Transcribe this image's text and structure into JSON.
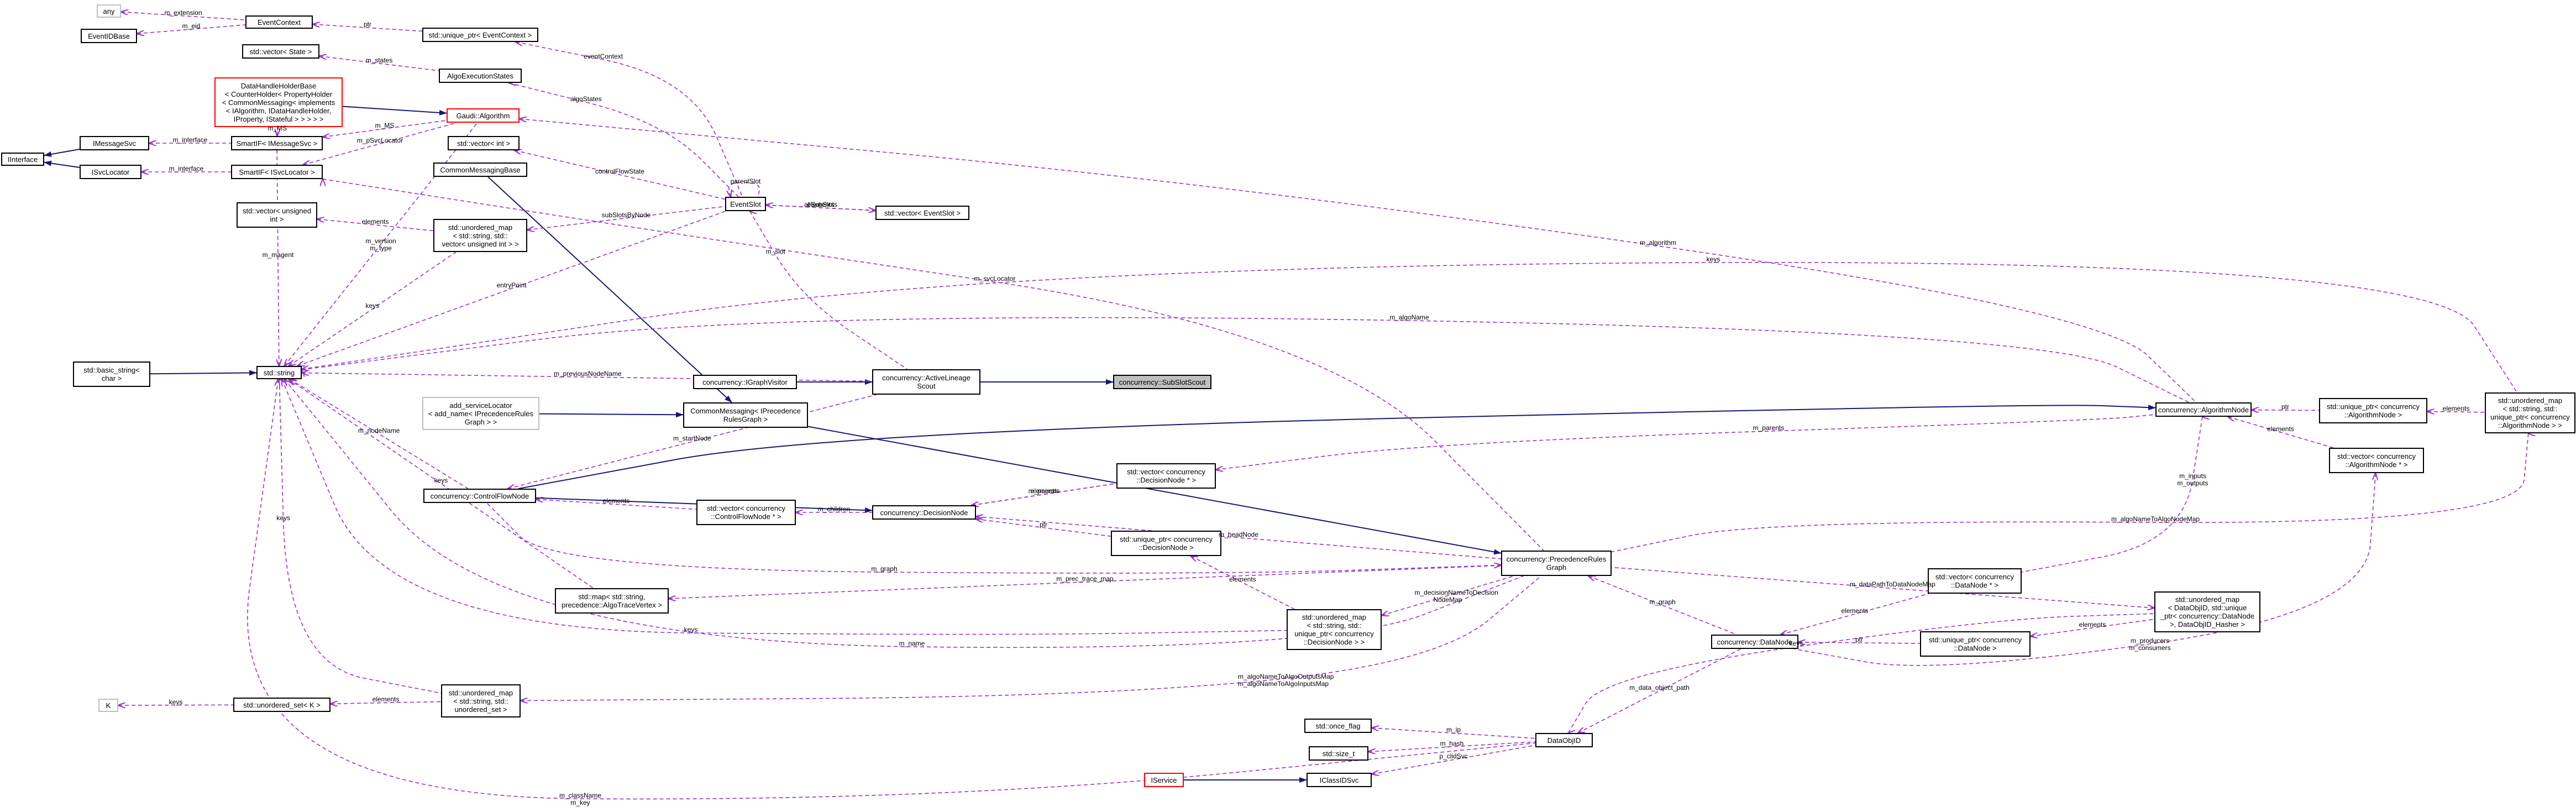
{
  "colors": {
    "inherit": "#191970",
    "member": "#9a32cd",
    "node_border": "#000000",
    "template_border": "#ff0000",
    "external_border": "#bfbfbf",
    "focus_fill": "#bfbfbf"
  },
  "nodes": [
    {
      "id": "any",
      "label": "any",
      "style": "grey"
    },
    {
      "id": "eventdbase",
      "label": "EventIDBase",
      "style": "normal"
    },
    {
      "id": "eventcontext",
      "label": "EventContext",
      "style": "normal"
    },
    {
      "id": "uptr_eventcontext",
      "label": "std::unique_ptr< EventContext >",
      "style": "normal"
    },
    {
      "id": "vec_state",
      "label": "std::vector< State >",
      "style": "normal"
    },
    {
      "id": "algoexecstates",
      "label": "AlgoExecutionStates",
      "style": "normal"
    },
    {
      "id": "datahandleholder",
      "label": "DataHandleHolderBase\n< CounterHolder< PropertyHolder\n< CommonMessaging< implements\n< IAlgorithm, IDataHandleHolder,\n IProperty, IStateful > > > > >",
      "style": "red"
    },
    {
      "id": "gaudialgorithm",
      "label": "Gaudi::Algorithm",
      "style": "red"
    },
    {
      "id": "imessagesvc",
      "label": "IMessageSvc",
      "style": "normal"
    },
    {
      "id": "smartif_msg",
      "label": "SmartIF< IMessageSvc >",
      "style": "normal"
    },
    {
      "id": "iinterface",
      "label": "IInterface",
      "style": "normal"
    },
    {
      "id": "isvclocator",
      "label": "ISvcLocator",
      "style": "normal"
    },
    {
      "id": "smartif_svc",
      "label": "SmartIF< ISvcLocator >",
      "style": "normal"
    },
    {
      "id": "commonmessagingbase",
      "label": "CommonMessagingBase",
      "style": "normal"
    },
    {
      "id": "vec_int",
      "label": "std::vector< int >",
      "style": "normal"
    },
    {
      "id": "eventslot",
      "label": "EventSlot",
      "style": "normal"
    },
    {
      "id": "vec_eventslot",
      "label": "std::vector< EventSlot >",
      "style": "normal"
    },
    {
      "id": "vec_unsigned",
      "label": "std::vector< unsigned\n int >",
      "style": "normal"
    },
    {
      "id": "umap_string_vec",
      "label": "std::unordered_map\n< std::string, std::\nvector< unsigned int > >",
      "style": "normal"
    },
    {
      "id": "basic_string",
      "label": "std::basic_string<\nchar >",
      "style": "normal"
    },
    {
      "id": "std_string",
      "label": "std::string",
      "style": "normal"
    },
    {
      "id": "igraphvisitor",
      "label": "concurrency::IGraphVisitor",
      "style": "normal"
    },
    {
      "id": "activelineage",
      "label": "concurrency::ActiveLineage\nScout",
      "style": "normal"
    },
    {
      "id": "subslotscout",
      "label": "concurrency::SubSlotScout",
      "style": "focus"
    },
    {
      "id": "add_svclocator",
      "label": "add_serviceLocator\n< add_name< IPrecedenceRules\nGraph > >",
      "style": "grey"
    },
    {
      "id": "cm_iprecedence",
      "label": "CommonMessaging< IPrecedence\nRulesGraph >",
      "style": "normal"
    },
    {
      "id": "controlflownode",
      "label": "concurrency::ControlFlowNode",
      "style": "normal"
    },
    {
      "id": "vec_cfn",
      "label": "std::vector< concurrency\n::ControlFlowNode * >",
      "style": "normal"
    },
    {
      "id": "decisionnode",
      "label": "concurrency::DecisionNode",
      "style": "normal"
    },
    {
      "id": "vec_dn",
      "label": "std::vector< concurrency\n::DecisionNode * >",
      "style": "normal"
    },
    {
      "id": "uptr_dn",
      "label": "std::unique_ptr< concurrency\n::DecisionNode >",
      "style": "normal"
    },
    {
      "id": "algorithmnode",
      "label": "concurrency::AlgorithmNode",
      "style": "normal"
    },
    {
      "id": "uptr_an",
      "label": "std::unique_ptr< concurrency\n::AlgorithmNode >",
      "style": "normal"
    },
    {
      "id": "umap_an",
      "label": "std::unordered_map\n< std::string, std::\nunique_ptr< concurrency\n::AlgorithmNode > >",
      "style": "normal"
    },
    {
      "id": "vec_an",
      "label": "std::vector< concurrency\n::AlgorithmNode * >",
      "style": "normal"
    },
    {
      "id": "precedencerulesgraph",
      "label": "concurrency::PrecedenceRules\nGraph",
      "style": "normal"
    },
    {
      "id": "map_algotrace",
      "label": "std::map< std::string,\n precedence::AlgoTraceVertex >",
      "style": "normal"
    },
    {
      "id": "umap_decision",
      "label": "std::unordered_map\n< std::string, std::\nunique_ptr< concurrency\n::DecisionNode > >",
      "style": "normal"
    },
    {
      "id": "vec_datanode",
      "label": "std::vector< concurrency\n::DataNode * >",
      "style": "normal"
    },
    {
      "id": "umap_dataobjid",
      "label": "std::unordered_map\n< DataObjID, std::unique\n_ptr< concurrency::DataNode\n >, DataObjID_Hasher >",
      "style": "normal"
    },
    {
      "id": "datanode",
      "label": "concurrency::DataNode",
      "style": "normal"
    },
    {
      "id": "uptr_datanode",
      "label": "std::unique_ptr< concurrency\n::DataNode >",
      "style": "normal"
    },
    {
      "id": "k",
      "label": "K",
      "style": "grey"
    },
    {
      "id": "uset_k",
      "label": "std::unordered_set< K >",
      "style": "normal"
    },
    {
      "id": "umap_string_uset",
      "label": "std::unordered_map\n< std::string, std::\nunordered_set >",
      "style": "normal"
    },
    {
      "id": "once_flag",
      "label": "std::once_flag",
      "style": "normal"
    },
    {
      "id": "size_t",
      "label": "std::size_t",
      "style": "normal"
    },
    {
      "id": "dataobjid",
      "label": "DataObjID",
      "style": "normal"
    },
    {
      "id": "iservice",
      "label": "IService",
      "style": "red"
    },
    {
      "id": "iclassidsvc",
      "label": "IClassIDSvc",
      "style": "normal"
    }
  ],
  "edges": [
    {
      "from": "any",
      "to": "eventcontext",
      "kind": "member",
      "label": "m_extension"
    },
    {
      "from": "eventdbase",
      "to": "eventcontext",
      "kind": "member",
      "label": "m_eid"
    },
    {
      "from": "eventcontext",
      "to": "uptr_eventcontext",
      "kind": "member",
      "label": "ptr"
    },
    {
      "from": "uptr_eventcontext",
      "to": "eventslot",
      "kind": "member",
      "label": "eventContext"
    },
    {
      "from": "vec_state",
      "to": "algoexecstates",
      "kind": "member",
      "label": "m_states"
    },
    {
      "from": "algoexecstates",
      "to": "eventslot",
      "kind": "member",
      "label": "algoStates"
    },
    {
      "from": "datahandleholder",
      "to": "gaudialgorithm",
      "kind": "inherit",
      "label": ""
    },
    {
      "from": "smartif_msg",
      "to": "datahandleholder",
      "kind": "member",
      "label": "m_MS"
    },
    {
      "from": "smartif_msg",
      "to": "gaudialgorithm",
      "kind": "member",
      "label": "m_MS"
    },
    {
      "from": "gaudialgorithm",
      "to": "algorithmnode",
      "kind": "member",
      "label": "m_algorithm"
    },
    {
      "from": "imessagesvc",
      "to": "iinterface",
      "kind": "inherit",
      "label": ""
    },
    {
      "from": "isvclocator",
      "to": "iinterface",
      "kind": "inherit",
      "label": ""
    },
    {
      "from": "imessagesvc",
      "to": "smartif_msg",
      "kind": "member",
      "label": "m_interface"
    },
    {
      "from": "isvclocator",
      "to": "smartif_svc",
      "kind": "member",
      "label": "m_interface"
    },
    {
      "from": "smartif_svc",
      "to": "gaudialgorithm",
      "kind": "member",
      "label": "m_pSvcLocator"
    },
    {
      "from": "smartif_svc",
      "to": "precedencerulesgraph",
      "kind": "member",
      "label": "m_svcLocator"
    },
    {
      "from": "commonmessagingbase",
      "to": "cm_iprecedence",
      "kind": "inherit",
      "label": ""
    },
    {
      "from": "vec_int",
      "to": "eventslot",
      "kind": "member",
      "label": "controlFlowState"
    },
    {
      "from": "eventslot",
      "to": "eventslot",
      "kind": "member",
      "label": "parentSlot"
    },
    {
      "from": "vec_eventslot",
      "to": "eventslot",
      "kind": "member",
      "label": "allSubSlots"
    },
    {
      "from": "eventslot",
      "to": "vec_eventslot",
      "kind": "member",
      "label": "elements"
    },
    {
      "from": "eventslot",
      "to": "activelineage",
      "kind": "member",
      "label": "m_slot"
    },
    {
      "from": "umap_string_vec",
      "to": "eventslot",
      "kind": "member",
      "label": "subSlotsByNode"
    },
    {
      "from": "std_string",
      "to": "umap_string_vec",
      "kind": "member",
      "label": "keys"
    },
    {
      "from": "std_string",
      "to": "eventslot",
      "kind": "member",
      "label": "entryPoint"
    },
    {
      "from": "vec_unsigned",
      "to": "umap_string_vec",
      "kind": "member",
      "label": "elements"
    },
    {
      "from": "std_string",
      "to": "gaudialgorithm",
      "kind": "member",
      "label": "m_version\nm_type"
    },
    {
      "from": "std_string",
      "to": "smartif_msg",
      "kind": "member",
      "label": "m_magent"
    },
    {
      "from": "basic_string",
      "to": "std_string",
      "kind": "inherit",
      "label": ""
    },
    {
      "from": "igraphvisitor",
      "to": "activelineage",
      "kind": "inherit",
      "label": ""
    },
    {
      "from": "activelineage",
      "to": "subslotscout",
      "kind": "inherit",
      "label": ""
    },
    {
      "from": "std_string",
      "to": "activelineage",
      "kind": "member",
      "label": "m_previousNodeName"
    },
    {
      "from": "std_string",
      "to": "algorithmnode",
      "kind": "member",
      "label": "m_algoName"
    },
    {
      "from": "std_string",
      "to": "umap_an",
      "kind": "member",
      "label": "keys"
    },
    {
      "from": "add_svclocator",
      "to": "cm_iprecedence",
      "kind": "inherit",
      "label": ""
    },
    {
      "from": "cm_iprecedence",
      "to": "precedencerulesgraph",
      "kind": "inherit",
      "label": ""
    },
    {
      "from": "controlflownode",
      "to": "activelineage",
      "kind": "member",
      "label": "m_startNode"
    },
    {
      "from": "std_string",
      "to": "controlflownode",
      "kind": "member",
      "label": "m_nodeName"
    },
    {
      "from": "controlflownode",
      "to": "vec_cfn",
      "kind": "member",
      "label": "elements"
    },
    {
      "from": "vec_cfn",
      "to": "decisionnode",
      "kind": "member",
      "label": "m_children"
    },
    {
      "from": "controlflownode",
      "to": "decisionnode",
      "kind": "inherit",
      "label": ""
    },
    {
      "from": "controlflownode",
      "to": "algorithmnode",
      "kind": "inherit",
      "label": ""
    },
    {
      "from": "decisionnode",
      "to": "vec_dn",
      "kind": "member",
      "label": "elements"
    },
    {
      "from": "decisionnode",
      "to": "vec_dn",
      "kind": "member",
      "label": "m_parents"
    },
    {
      "from": "vec_dn",
      "to": "algorithmnode",
      "kind": "member",
      "label": "m_parents"
    },
    {
      "from": "decisionnode",
      "to": "uptr_dn",
      "kind": "member",
      "label": "ptr"
    },
    {
      "from": "decisionnode",
      "to": "precedencerulesgraph",
      "kind": "member",
      "label": "m_headNode"
    },
    {
      "from": "precedencerulesgraph",
      "to": "controlflownode",
      "kind": "member",
      "label": "m_graph"
    },
    {
      "from": "uptr_dn",
      "to": "umap_decision",
      "kind": "member",
      "label": "elements"
    },
    {
      "from": "algorithmnode",
      "to": "uptr_an",
      "kind": "member",
      "label": "ptr"
    },
    {
      "from": "uptr_an",
      "to": "umap_an",
      "kind": "member",
      "label": "elements"
    },
    {
      "from": "algorithmnode",
      "to": "vec_an",
      "kind": "member",
      "label": "elements"
    },
    {
      "from": "umap_an",
      "to": "precedencerulesgraph",
      "kind": "member",
      "label": "m_algoNameToAlgoNodeMap"
    },
    {
      "from": "vec_an",
      "to": "datanode",
      "kind": "member",
      "label": "m_producers\nm_consumers"
    },
    {
      "from": "algorithmnode",
      "to": "vec_datanode",
      "kind": "member",
      "label": "m_inputs\nm_outputs"
    },
    {
      "from": "datanode",
      "to": "vec_datanode",
      "kind": "member",
      "label": "elements"
    },
    {
      "from": "map_algotrace",
      "to": "precedencerulesgraph",
      "kind": "member",
      "label": "m_prec_trace_map"
    },
    {
      "from": "umap_decision",
      "to": "precedencerulesgraph",
      "kind": "member",
      "label": "m_decisionNameToDecision\nNodeMap"
    },
    {
      "from": "umap_dataobjid",
      "to": "precedencerulesgraph",
      "kind": "member",
      "label": "m_dataPathToDataNodeMap"
    },
    {
      "from": "datanode",
      "to": "uptr_datanode",
      "kind": "member",
      "label": "ptr"
    },
    {
      "from": "uptr_datanode",
      "to": "umap_dataobjid",
      "kind": "member",
      "label": "elements"
    },
    {
      "from": "precedencerulesgraph",
      "to": "datanode",
      "kind": "member",
      "label": "m_graph"
    },
    {
      "from": "dataobjid",
      "to": "datanode",
      "kind": "member",
      "label": "m_data_object_path"
    },
    {
      "from": "dataobjid",
      "to": "umap_dataobjid",
      "kind": "member",
      "label": "keys"
    },
    {
      "from": "std_string",
      "to": "umap_decision",
      "kind": "member",
      "label": "keys"
    },
    {
      "from": "std_string",
      "to": "precedencerulesgraph",
      "kind": "member",
      "label": "m_name"
    },
    {
      "from": "k",
      "to": "uset_k",
      "kind": "member",
      "label": "keys"
    },
    {
      "from": "uset_k",
      "to": "umap_string_uset",
      "kind": "member",
      "label": "elements"
    },
    {
      "from": "std_string",
      "to": "umap_string_uset",
      "kind": "member",
      "label": "keys"
    },
    {
      "from": "umap_string_uset",
      "to": "precedencerulesgraph",
      "kind": "member",
      "label": "m_algoNameToAlgoOutputsMap\nm_algoNameToAlgoInputsMap"
    },
    {
      "from": "once_flag",
      "to": "dataobjid",
      "kind": "member",
      "label": "m_ip"
    },
    {
      "from": "size_t",
      "to": "dataobjid",
      "kind": "member",
      "label": "m_hash"
    },
    {
      "from": "iservice",
      "to": "iclassidsvc",
      "kind": "inherit",
      "label": ""
    },
    {
      "from": "iclassidsvc",
      "to": "dataobjid",
      "kind": "member",
      "label": "p_clidSvc"
    },
    {
      "from": "std_string",
      "to": "dataobjid",
      "kind": "member",
      "label": "m_className\nm_key"
    },
    {
      "from": "std_string",
      "to": "map_algotrace",
      "kind": "member",
      "label": "keys"
    }
  ]
}
